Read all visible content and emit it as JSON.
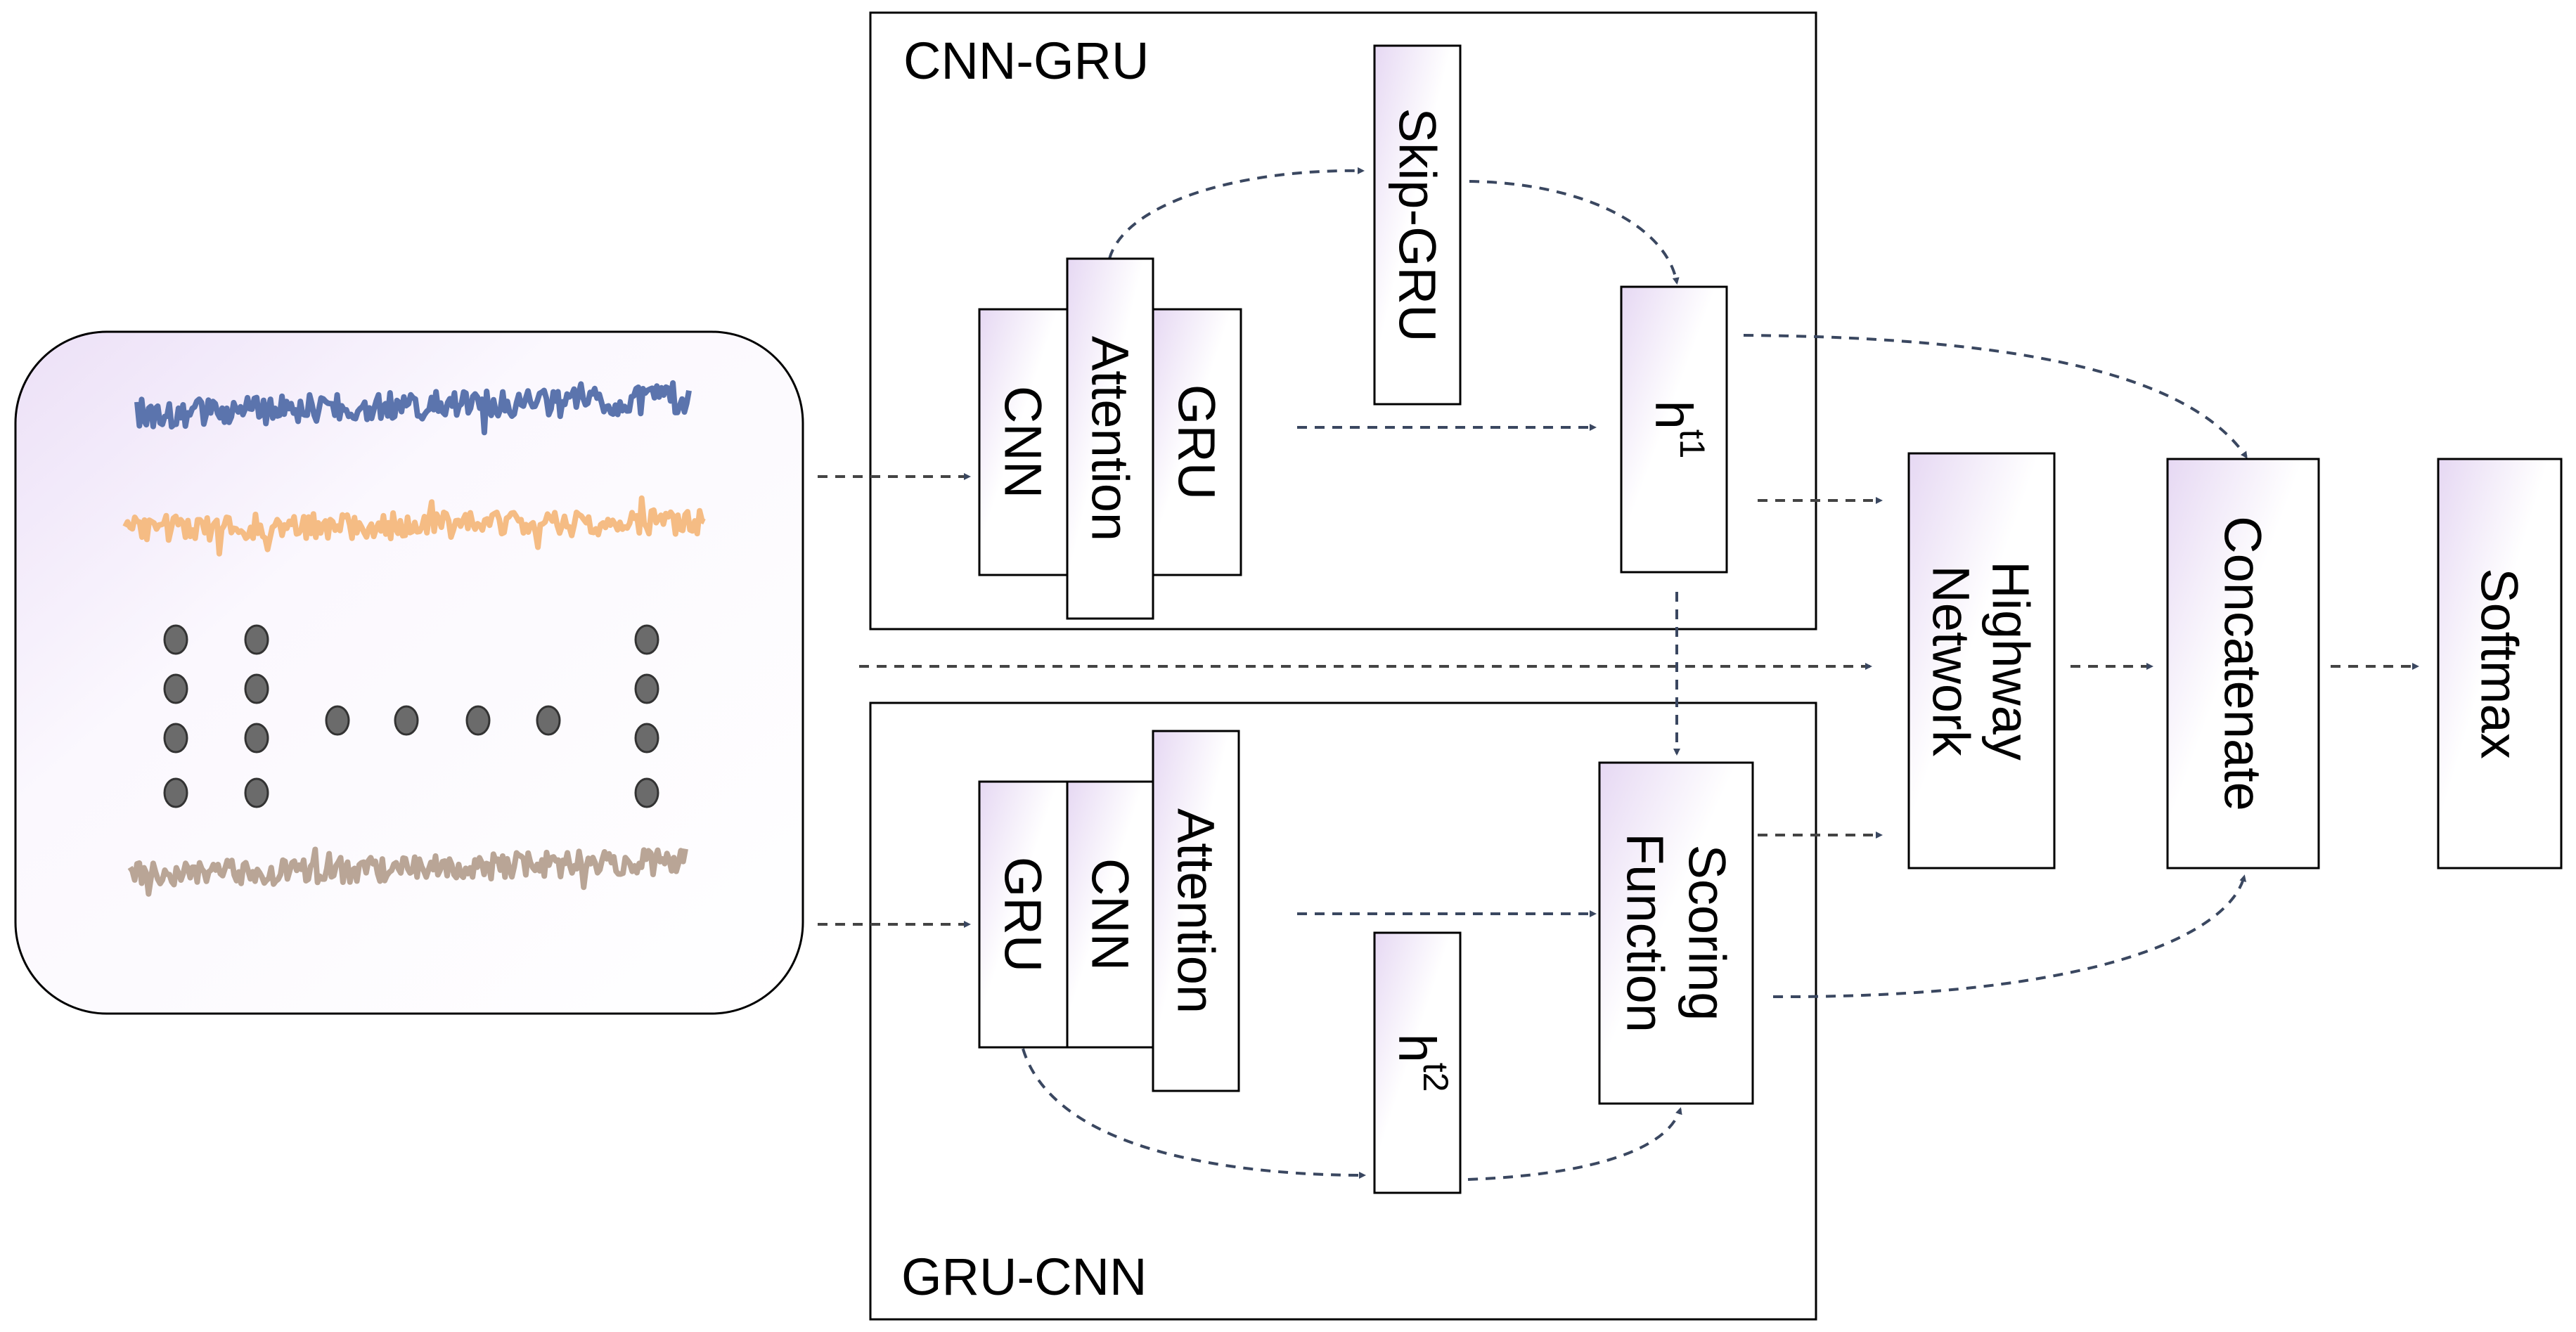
{
  "diagram": {
    "groups": {
      "cnn_gru": "CNN-GRU",
      "gru_cnn": "GRU-CNN"
    },
    "blocks": {
      "cnn_top": "CNN",
      "attention_top": "Attention",
      "gru_top": "GRU",
      "skip_gru": "Skip-GRU",
      "ht1_base": "h",
      "ht1_sup": "t1",
      "gru_bottom": "GRU",
      "cnn_bottom": "CNN",
      "attention_bottom": "Attention",
      "ht2_base": "h",
      "ht2_sup": "t2",
      "scoring_line1": "Scoring",
      "scoring_line2": "Function",
      "highway_line1": "Highway",
      "highway_line2": "Network",
      "concatenate": "Concatenate",
      "softmax": "Softmax"
    },
    "colors": {
      "signal_1": "#5b74ad",
      "signal_2": "#f5bc84",
      "signal_3": "#b9a596",
      "arrow": "#3a4760",
      "block_gradient_start": "#e6d8f3",
      "dots": "#6b6b6b"
    }
  }
}
